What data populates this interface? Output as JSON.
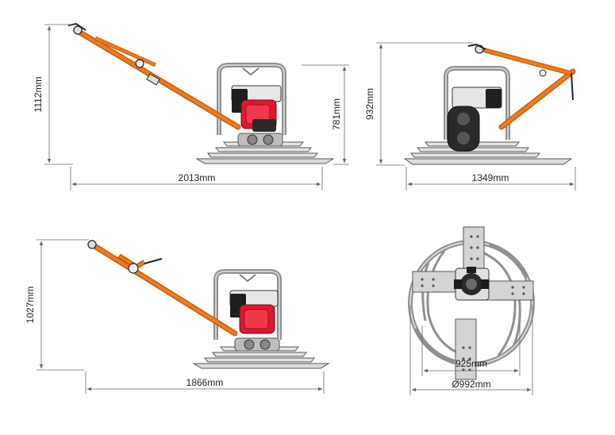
{
  "colors": {
    "handle": "#f07a1e",
    "handle_dark": "#c85e0c",
    "engine": "#e0182e",
    "engine_dark": "#9c0f1e",
    "metal": "#d4d4d4",
    "metal_dark": "#5a5a5a",
    "frame": "#9b9b9b",
    "black": "#1c1c1c",
    "dimension": "#666666"
  },
  "views": {
    "side_left": {
      "height_total": "1112mm",
      "height_frame": "781mm",
      "length": "2013mm"
    },
    "side_right": {
      "height_total": "932mm",
      "length": "1349mm"
    },
    "side_folded": {
      "height_total": "1027mm",
      "length": "1866mm"
    },
    "top": {
      "blade_span": "925mm",
      "diameter": "Ø992mm"
    }
  }
}
